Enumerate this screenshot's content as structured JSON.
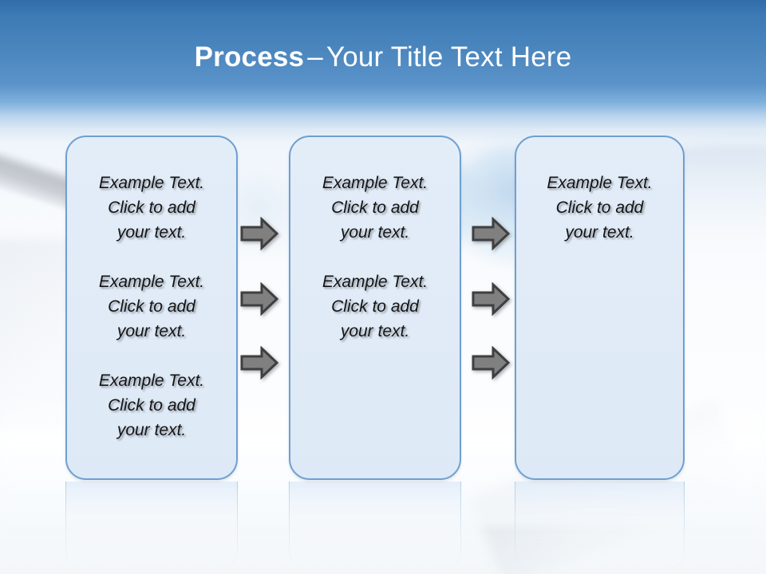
{
  "slide": {
    "title": {
      "strong": "Process",
      "dash": "–",
      "rest": "Your Title Text Here"
    },
    "theme": {
      "header_blue": "#3c7ab5",
      "box_fill": "#e2ecf7",
      "box_border": "#6f9fd0",
      "arrow_fill": "#808080",
      "arrow_outline": "#3f3f3f",
      "title_color": "#ffffff",
      "body_text_color": "#141414"
    },
    "columns": [
      {
        "name": "column-1",
        "paragraphs": [
          "Example Text.\nClick  to add\nyour text.",
          "Example Text.\nClick  to add\nyour text.",
          "Example Text.\nClick  to add\nyour text."
        ]
      },
      {
        "name": "column-2",
        "paragraphs": [
          "Example Text.\nClick  to add\nyour text.",
          "Example Text.\nClick  to add\nyour text."
        ]
      },
      {
        "name": "column-3",
        "paragraphs": [
          "Example Text.\nClick  to add\nyour text."
        ]
      }
    ],
    "arrow_groups": [
      {
        "name": "arrow-column-1",
        "count": 3,
        "icon": "right-arrow-icon"
      },
      {
        "name": "arrow-column-2",
        "count": 3,
        "icon": "right-arrow-icon"
      }
    ]
  }
}
